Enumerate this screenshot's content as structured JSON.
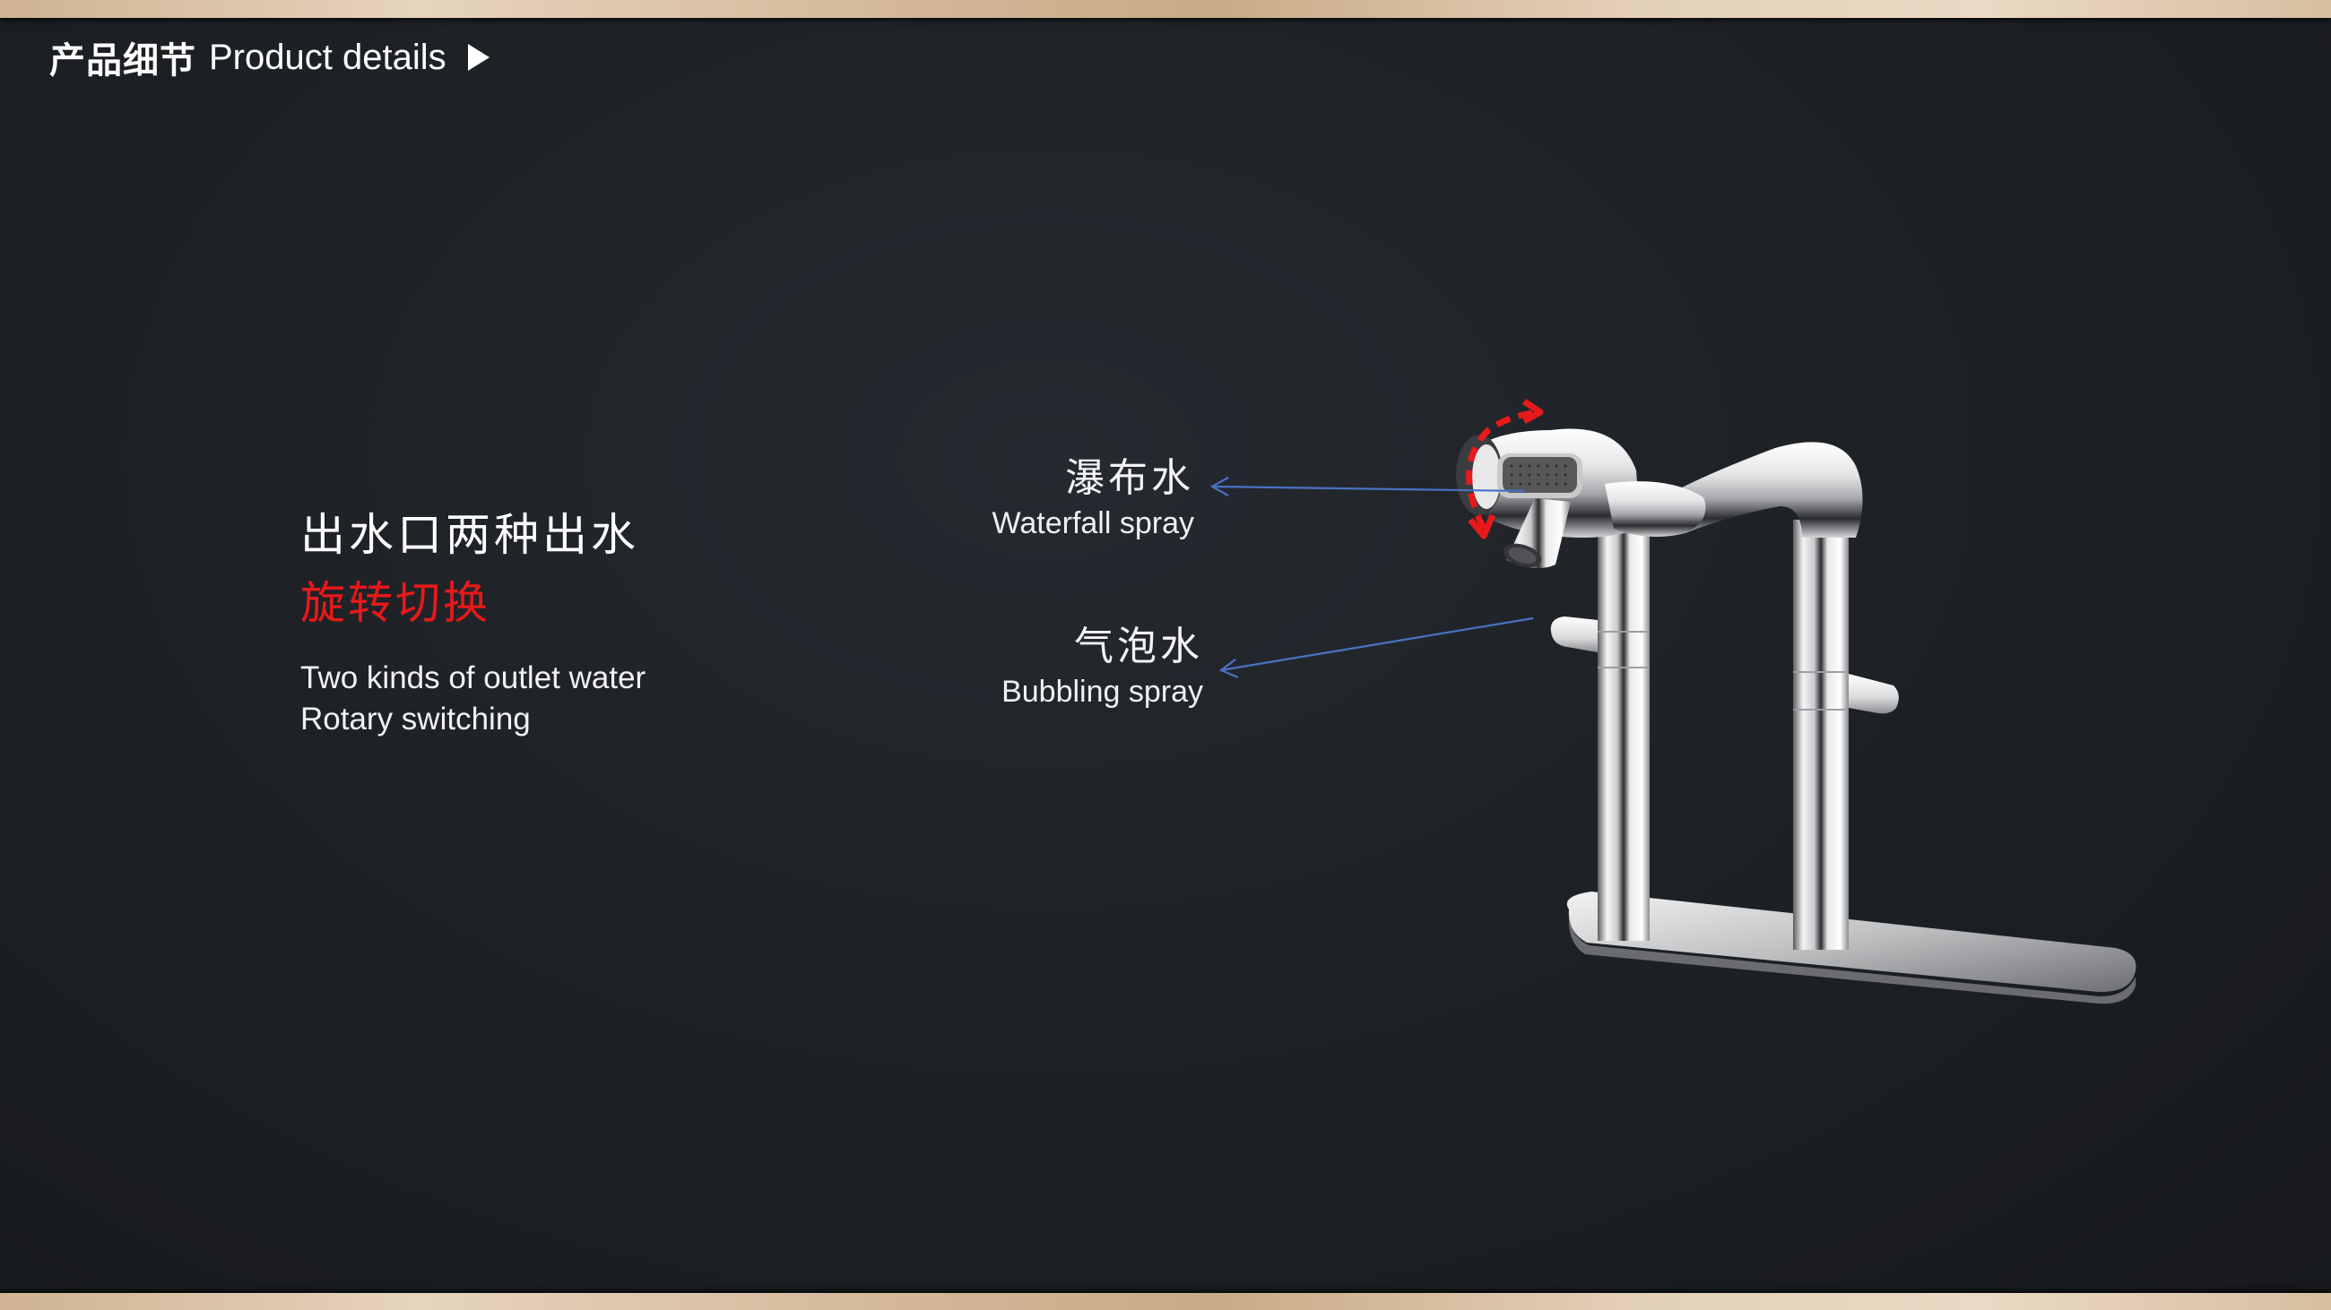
{
  "header": {
    "title_cn": "产品细节",
    "title_en": "Product details",
    "nav_icon": "play-triangle-icon"
  },
  "feature": {
    "title_cn": "出水口两种出水",
    "subtitle_cn": "旋转切换",
    "desc_line1": "Two kinds of outlet water",
    "desc_line2": "Rotary switching"
  },
  "callouts": [
    {
      "label_cn": "瀑布水",
      "label_en": "Waterfall spray"
    },
    {
      "label_cn": "气泡水",
      "label_en": "Bubbling spray"
    }
  ],
  "product": {
    "image": "chrome-faucet-illustration",
    "rotation_indicator": "red-dashed-rotate-arrow-icon"
  },
  "colors": {
    "background": "#1e2226",
    "accent_red": "#e8191a",
    "arrow_blue": "#4a72c4",
    "gold": "#d6bc9a",
    "text": "#ffffff"
  }
}
